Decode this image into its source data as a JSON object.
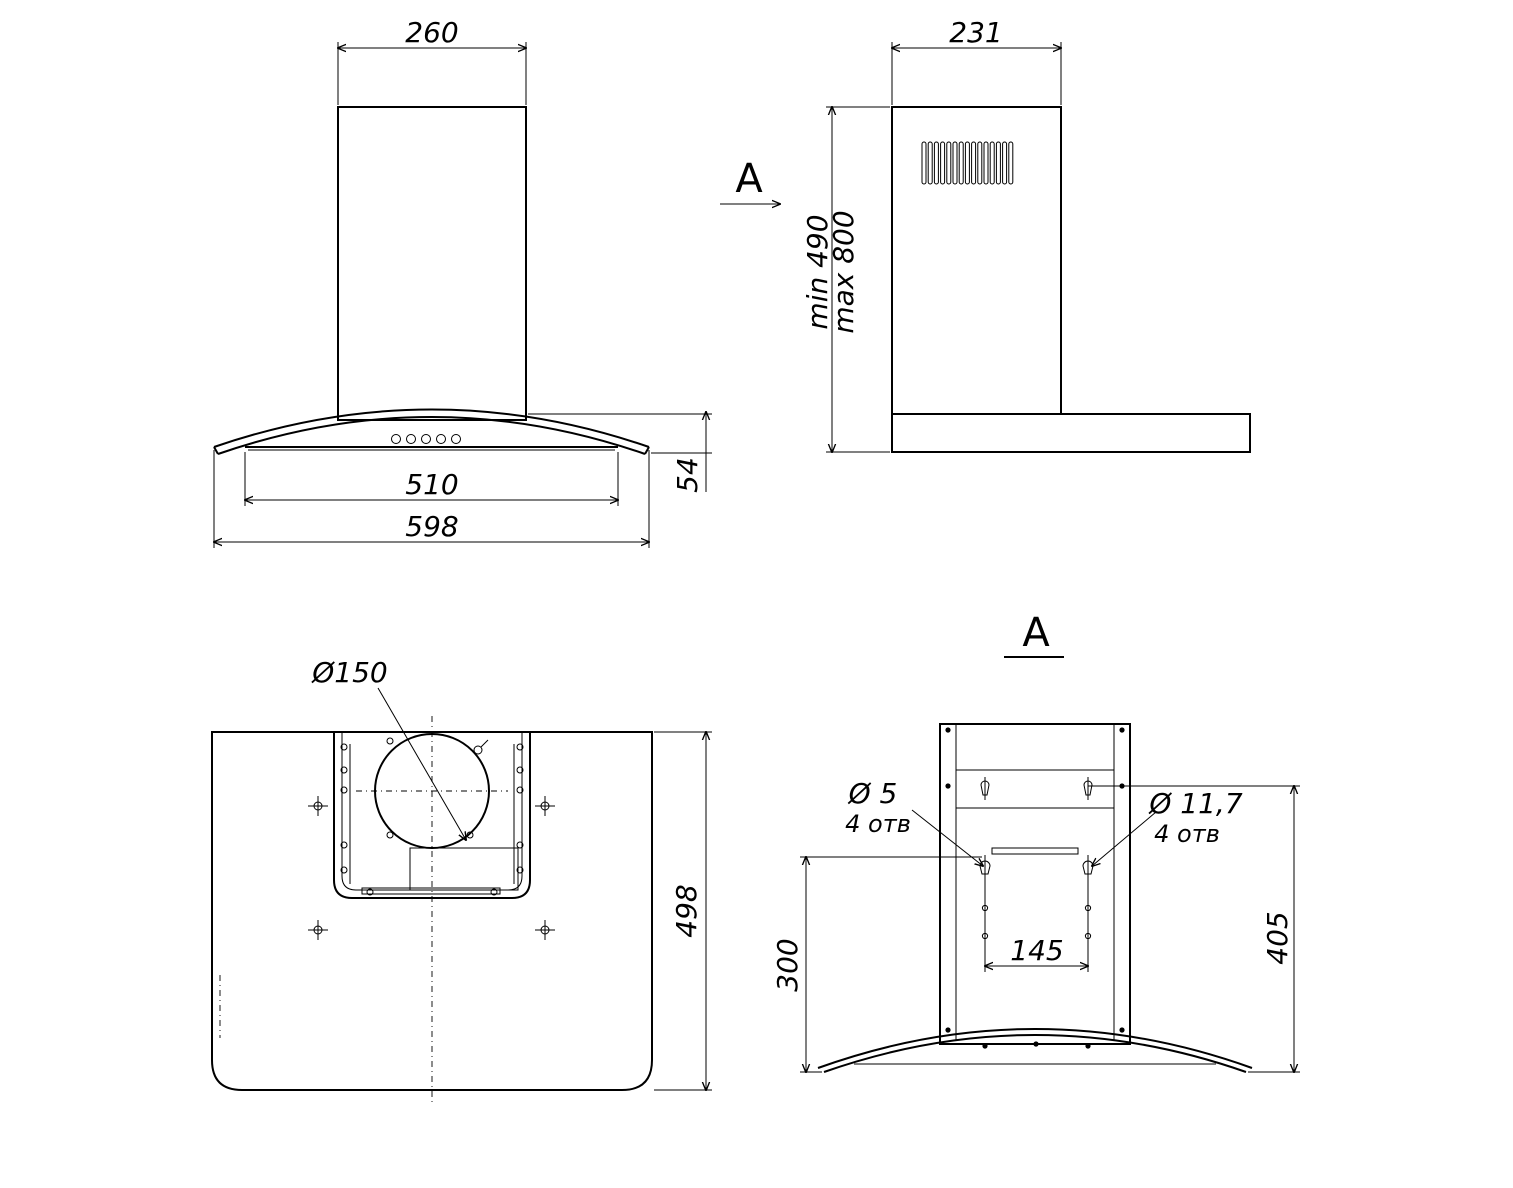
{
  "views": {
    "front": {
      "top_width": "260",
      "inner_width": "510",
      "total_width": "598",
      "canopy_height": "54",
      "control_buttons": 5
    },
    "side": {
      "chimney_depth": "231",
      "height_min": "min 490",
      "height_max": "max 800",
      "view_marker": "A"
    },
    "top": {
      "outlet_diameter": "Ø150",
      "depth": "498"
    },
    "view_a": {
      "title": "A",
      "small_hole_diameter": "Ø 5",
      "small_hole_count": "4 отв",
      "large_hole_diameter": "Ø 11,7",
      "large_hole_count": "4 отв",
      "hole_spacing": "145",
      "lower_mount_height": "300",
      "upper_mount_height": "405"
    }
  }
}
